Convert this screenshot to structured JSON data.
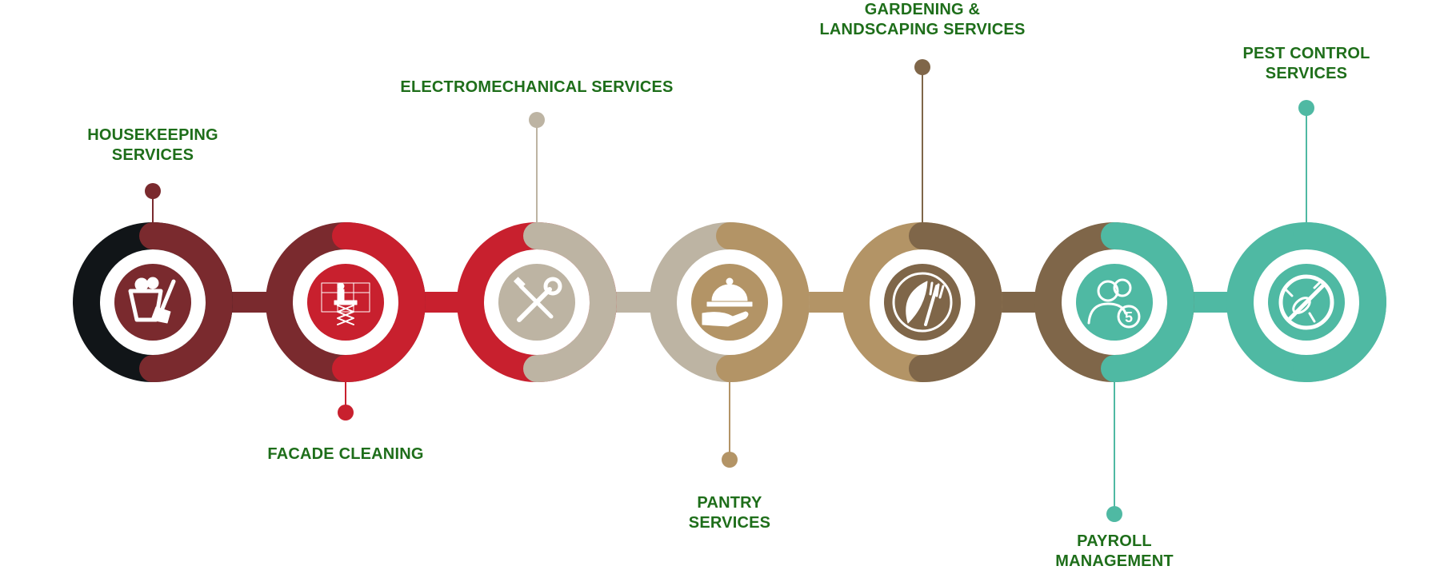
{
  "services": [
    {
      "id": "housekeeping",
      "label_lines": [
        "HOUSEKEEPING",
        "SERVICES"
      ],
      "icon": "housekeeping-bucket-broom-icon",
      "left_color": "#111518",
      "right_color": "#7a2a2e",
      "pin": "top"
    },
    {
      "id": "facade",
      "label_lines": [
        "FACADE CLEANING"
      ],
      "icon": "facade-lift-worker-icon",
      "left_color": "#7a2a2e",
      "right_color": "#c8202e",
      "pin": "bottom"
    },
    {
      "id": "electromechanical",
      "label_lines": [
        "ELECTROMECHANICAL SERVICES"
      ],
      "icon": "wrench-screwdriver-icon",
      "left_color": "#c8202e",
      "right_color": "#bdb4a3",
      "pin": "top"
    },
    {
      "id": "pantry",
      "label_lines": [
        "PANTRY",
        "SERVICES"
      ],
      "icon": "serving-cloche-icon",
      "left_color": "#bdb4a3",
      "right_color": "#b39466",
      "pin": "bottom"
    },
    {
      "id": "gardening",
      "label_lines": [
        "GARDENING &",
        "LANDSCAPING SERVICES"
      ],
      "icon": "leaf-fork-icon",
      "left_color": "#b39466",
      "right_color": "#7f6649",
      "pin": "top"
    },
    {
      "id": "payroll",
      "label_lines": [
        "PAYROLL",
        "MANAGEMENT"
      ],
      "icon": "people-coin-icon",
      "left_color": "#7f6649",
      "right_color": "#4fb9a3",
      "pin": "bottom"
    },
    {
      "id": "pestcontrol",
      "label_lines": [
        "PEST CONTROL",
        "SERVICES"
      ],
      "icon": "no-bugs-icon",
      "left_color": "#4fb9a3",
      "right_color": "#4fb9a3",
      "pin": "top"
    }
  ],
  "label_color": "#1e6e1a"
}
